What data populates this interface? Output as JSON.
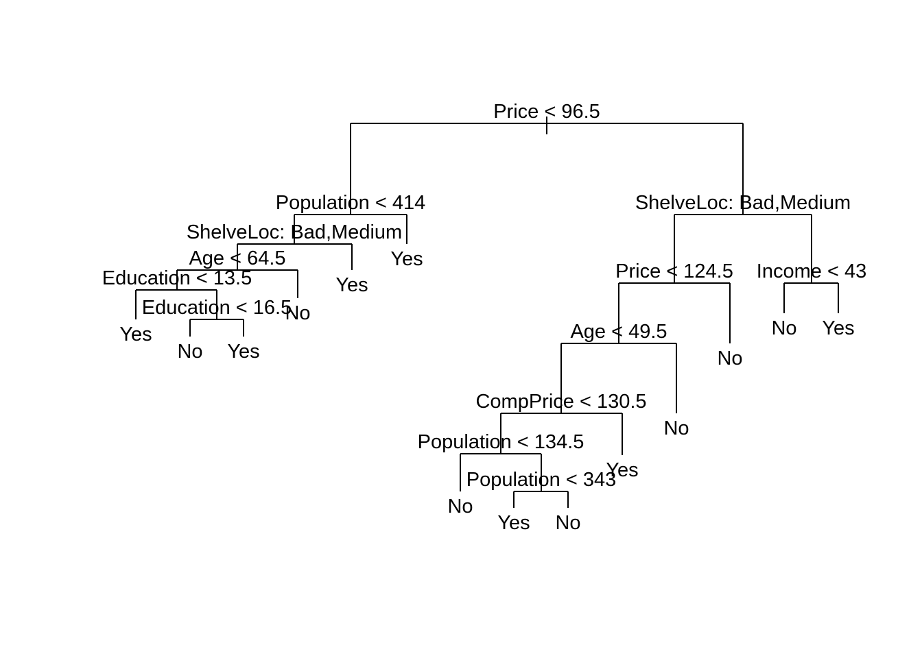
{
  "tree": {
    "split": "Price < 96.5",
    "left": {
      "split": "Population < 414",
      "left": {
        "split": "ShelveLoc: Bad,Medium",
        "left": {
          "split": "Age < 64.5",
          "left": {
            "split": "Education < 13.5",
            "left": {
              "leaf": "Yes"
            },
            "right": {
              "split": "Education < 16.5",
              "left": {
                "leaf": "No"
              },
              "right": {
                "leaf": "Yes"
              }
            }
          },
          "right": {
            "leaf": "No"
          }
        },
        "right": {
          "leaf": "Yes"
        }
      },
      "right": {
        "leaf": "Yes"
      }
    },
    "right": {
      "split": "ShelveLoc: Bad,Medium",
      "left": {
        "split": "Price < 124.5",
        "left": {
          "split": "Age < 49.5",
          "left": {
            "split": "CompPrice < 130.5",
            "left": {
              "split": "Population < 134.5",
              "left": {
                "leaf": "No"
              },
              "right": {
                "split": "Population < 343",
                "left": {
                  "leaf": "Yes"
                },
                "right": {
                  "leaf": "No"
                }
              }
            },
            "right": {
              "leaf": "Yes"
            }
          },
          "right": {
            "leaf": "No"
          }
        },
        "right": {
          "leaf": "No"
        }
      },
      "right": {
        "split": "Income < 43",
        "left": {
          "leaf": "No"
        },
        "right": {
          "leaf": "Yes"
        }
      }
    }
  }
}
